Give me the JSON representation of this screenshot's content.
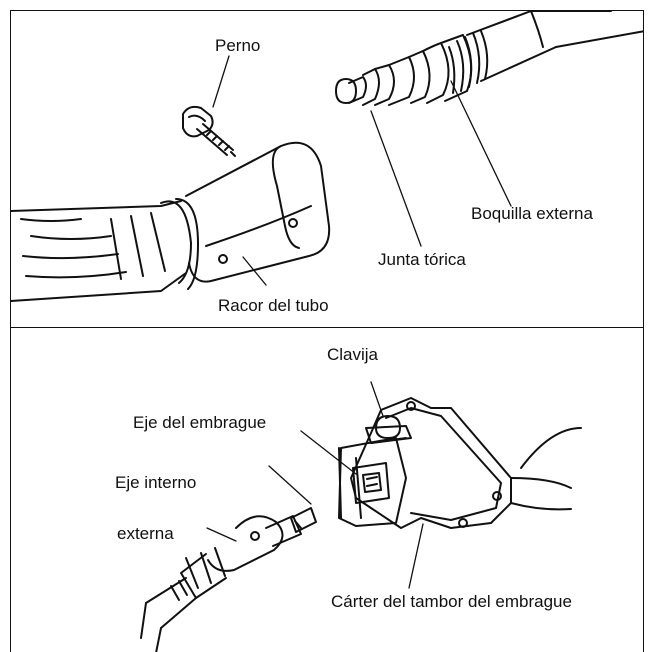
{
  "top_panel": {
    "labels": {
      "bolt": "Perno",
      "outer_nozzle": "Boquilla externa",
      "o_ring": "Junta tórica",
      "tube_fitting": "Racor del tubo"
    }
  },
  "bottom_panel": {
    "labels": {
      "pin": "Clavija",
      "clutch_shaft": "Eje del embrague",
      "inner_shaft": "Eje interno",
      "outer": "externa",
      "clutch_drum_case": "Cárter del tambor del embrague"
    }
  }
}
